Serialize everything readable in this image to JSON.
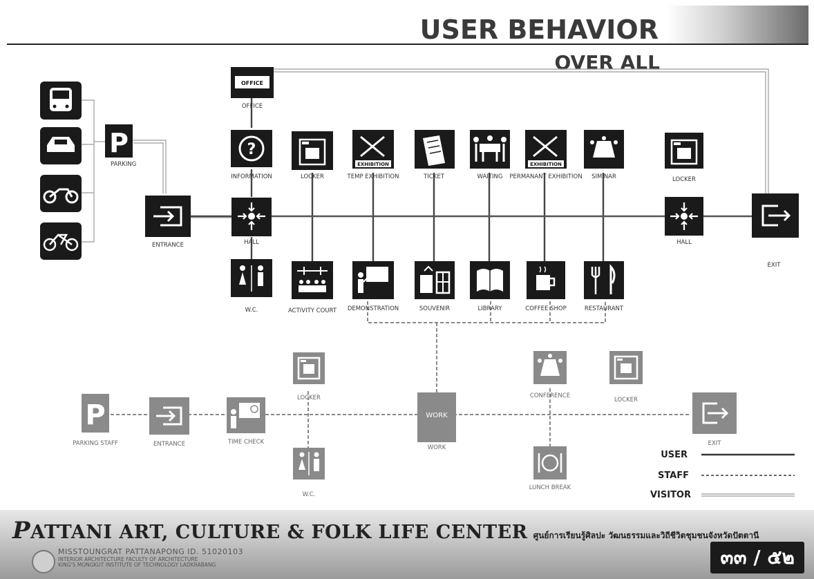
{
  "header": {
    "title": "USER BEHAVIOR",
    "subtitle": "OVER ALL"
  },
  "visitor_flow": {
    "vehicles": [
      "bus-icon",
      "car-icon",
      "motorcycle-icon",
      "bicycle-icon"
    ],
    "parking": "PARKING",
    "office": "OFFICE",
    "entrance": "ENTRANCE",
    "information": "INFORMATION",
    "hall": "HALL",
    "wc": "W.C.",
    "locker": "LOCKER",
    "activity_court": "ACTIVITY COURT",
    "temp_exhibition": "TEMP EXHIBITION",
    "demonstration": "DEMONSTRATION",
    "ticket": "TICKET",
    "souvenir": "SOUVENIR",
    "waiting": "WAITING",
    "library": "LIBRARY",
    "permanent_exhibition": "PERMANANT EXHIBITION",
    "coffee_shop": "COFFEE SHOP",
    "siminar": "SIMINAR",
    "restaurant": "RESTAURANT",
    "locker_2": "LOCKER",
    "hall_2": "HALL",
    "exit": "EXIT",
    "exhibition_tag": "EXHIBITION",
    "office_tag": "OFFICE"
  },
  "staff_flow": {
    "parking_staff": "PARKING STAFF",
    "entrance": "ENTRANCE",
    "time_check": "TIME CHECK",
    "locker": "LOCKER",
    "wc": "W.C.",
    "work_box": "WORK",
    "work": "WORK",
    "conference": "CONFERENCE",
    "lunch_break": "LUNCH BREAK",
    "locker_2": "LOCKER",
    "exit": "EXIT"
  },
  "legend": {
    "user": "USER",
    "staff": "STAFF",
    "visitor": "VISITOR"
  },
  "footer": {
    "title_initial": "P",
    "title_rest": "ATTANI ART, CULTURE & FOLK LIFE CENTER",
    "thai_title": "ศูนย์การเรียนรู้ศิลปะ วัฒนธรรมและวิถีชีวิตชุมชนจังหวัดปัตตานี",
    "author": "MISSTOUNGRAT PATTANAPONG ID. 51020103",
    "faculty": "INTERIOR ARCHITECTURE FACULTY OF ARCHITECTURE",
    "institute": "KING'S MONGKUT INSTITUTE OF TECHNOLOGY LADKRABANG",
    "page": "๓๓ / ๕๒"
  },
  "colors": {
    "icon_dark": "#1a1a1a",
    "icon_staff": "#8a8a8a",
    "line": "#555555"
  }
}
